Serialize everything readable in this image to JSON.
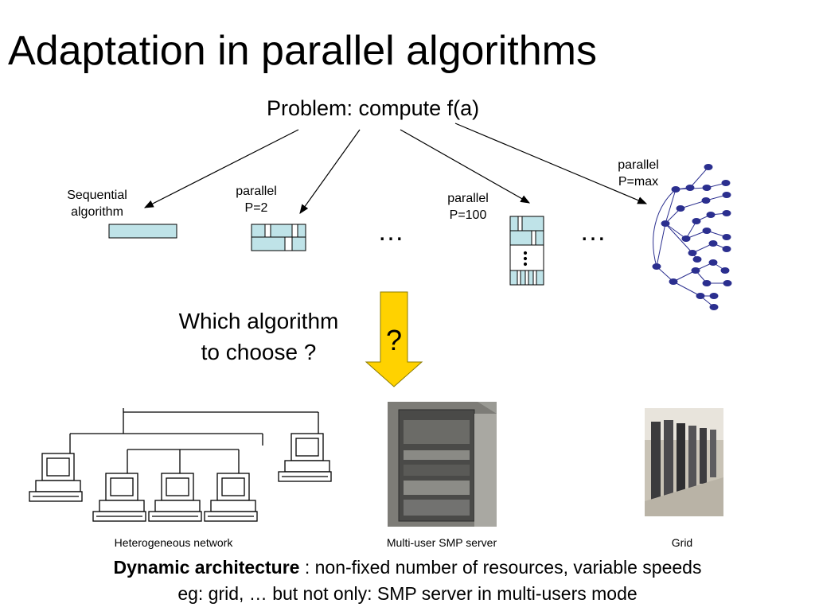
{
  "slide": {
    "title": "Adaptation in parallel algorithms",
    "problem": "Problem: compute f(a)",
    "options": [
      {
        "line1": "Sequential",
        "line2": "algorithm"
      },
      {
        "line1": "parallel",
        "line2": "P=2"
      },
      {
        "line1": "parallel",
        "line2": "P=100"
      },
      {
        "line1": "parallel",
        "line2": "P=max"
      }
    ],
    "ellipsis": "…",
    "question_line1": "Which algorithm",
    "question_line2": "to choose ?",
    "question_mark": "?",
    "captions": {
      "network": "Heterogeneous network",
      "smp": "Multi-user SMP server",
      "grid": "Grid"
    },
    "footer": {
      "bold": "Dynamic architecture",
      "rest": " : non-fixed number of resources, variable speeds",
      "line2": "eg: grid, …  but not only: SMP server in multi-users mode"
    },
    "colors": {
      "box_fill": "#bfe3e8",
      "arrow_fill": "#ffd200",
      "node_fill": "#2b2f8f"
    }
  }
}
